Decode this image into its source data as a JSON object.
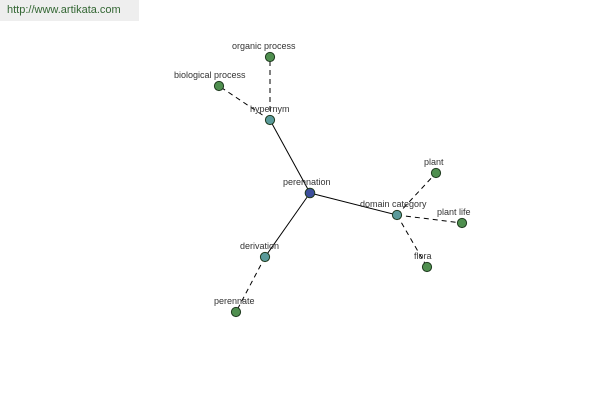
{
  "site": {
    "url": "http://www.artikata.com"
  },
  "colors": {
    "center": "#3d4f9c",
    "relation": "#5a9a9a",
    "leaf": "#4f8f4f"
  },
  "graph": {
    "nodes": [
      {
        "id": "perennation",
        "label": "perennation",
        "kind": "center"
      },
      {
        "id": "hypernym",
        "label": "hypernym",
        "kind": "relation"
      },
      {
        "id": "domain_category",
        "label": "domain category",
        "kind": "relation"
      },
      {
        "id": "derivation",
        "label": "derivation",
        "kind": "relation"
      },
      {
        "id": "organic_process",
        "label": "organic process",
        "kind": "leaf"
      },
      {
        "id": "biological_process",
        "label": "biological process",
        "kind": "leaf"
      },
      {
        "id": "plant",
        "label": "plant",
        "kind": "leaf"
      },
      {
        "id": "plant_life",
        "label": "plant life",
        "kind": "leaf"
      },
      {
        "id": "flora",
        "label": "flora",
        "kind": "leaf"
      },
      {
        "id": "perennate",
        "label": "perennate",
        "kind": "leaf"
      }
    ],
    "edges": [
      {
        "from": "perennation",
        "to": "hypernym",
        "style": "solid"
      },
      {
        "from": "perennation",
        "to": "domain_category",
        "style": "solid"
      },
      {
        "from": "perennation",
        "to": "derivation",
        "style": "solid"
      },
      {
        "from": "hypernym",
        "to": "organic_process",
        "style": "dashed"
      },
      {
        "from": "hypernym",
        "to": "biological_process",
        "style": "dashed"
      },
      {
        "from": "domain_category",
        "to": "plant",
        "style": "dashed"
      },
      {
        "from": "domain_category",
        "to": "plant_life",
        "style": "dashed"
      },
      {
        "from": "domain_category",
        "to": "flora",
        "style": "dashed"
      },
      {
        "from": "derivation",
        "to": "perennate",
        "style": "dashed"
      }
    ]
  }
}
